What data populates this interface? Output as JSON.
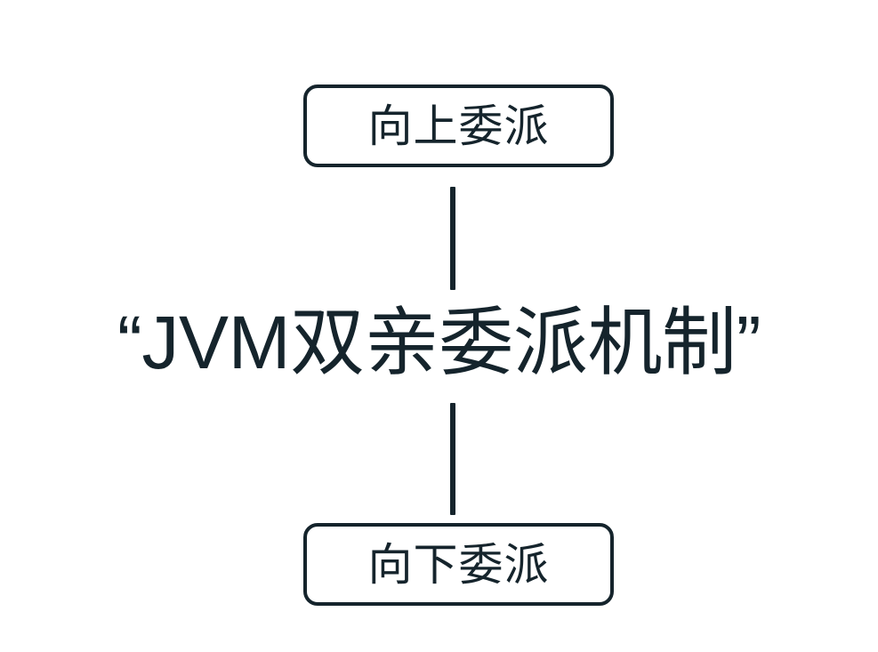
{
  "diagram": {
    "background_color": "#ffffff",
    "stroke_color": "#15242c",
    "center": {
      "text": "“JVM双亲委派机制”"
    },
    "nodes": [
      {
        "id": "upward-delegation",
        "label": "向上委派",
        "position": "top"
      },
      {
        "id": "downward-delegation",
        "label": "向下委派",
        "position": "bottom"
      }
    ],
    "connectors": [
      {
        "id": "upper",
        "from": "upward-delegation",
        "to": "center",
        "style": "solid-line"
      },
      {
        "id": "lower",
        "from": "center",
        "to": "downward-delegation",
        "style": "solid-line"
      }
    ]
  }
}
